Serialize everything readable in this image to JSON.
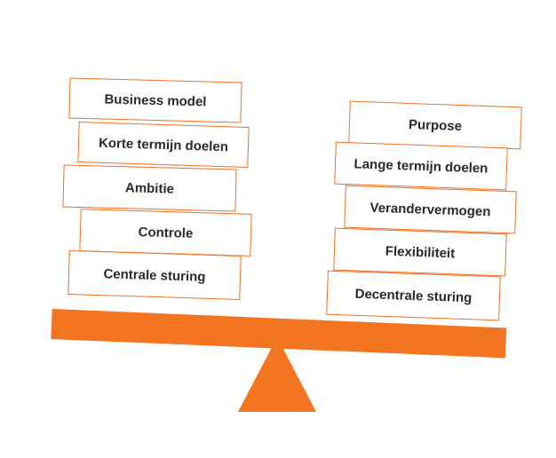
{
  "colors": {
    "accent": "#f47521",
    "box_border": "#f06f1f",
    "text": "#2a2a2a"
  },
  "left_stack": {
    "items": [
      {
        "label": "Business model"
      },
      {
        "label": "Korte termijn doelen"
      },
      {
        "label": "Ambitie"
      },
      {
        "label": "Controle"
      },
      {
        "label": "Centrale sturing"
      }
    ]
  },
  "right_stack": {
    "items": [
      {
        "label": "Purpose"
      },
      {
        "label": "Lange termijn doelen"
      },
      {
        "label": "Verandervermogen"
      },
      {
        "label": "Flexibiliteit"
      },
      {
        "label": "Decentrale sturing"
      }
    ]
  }
}
